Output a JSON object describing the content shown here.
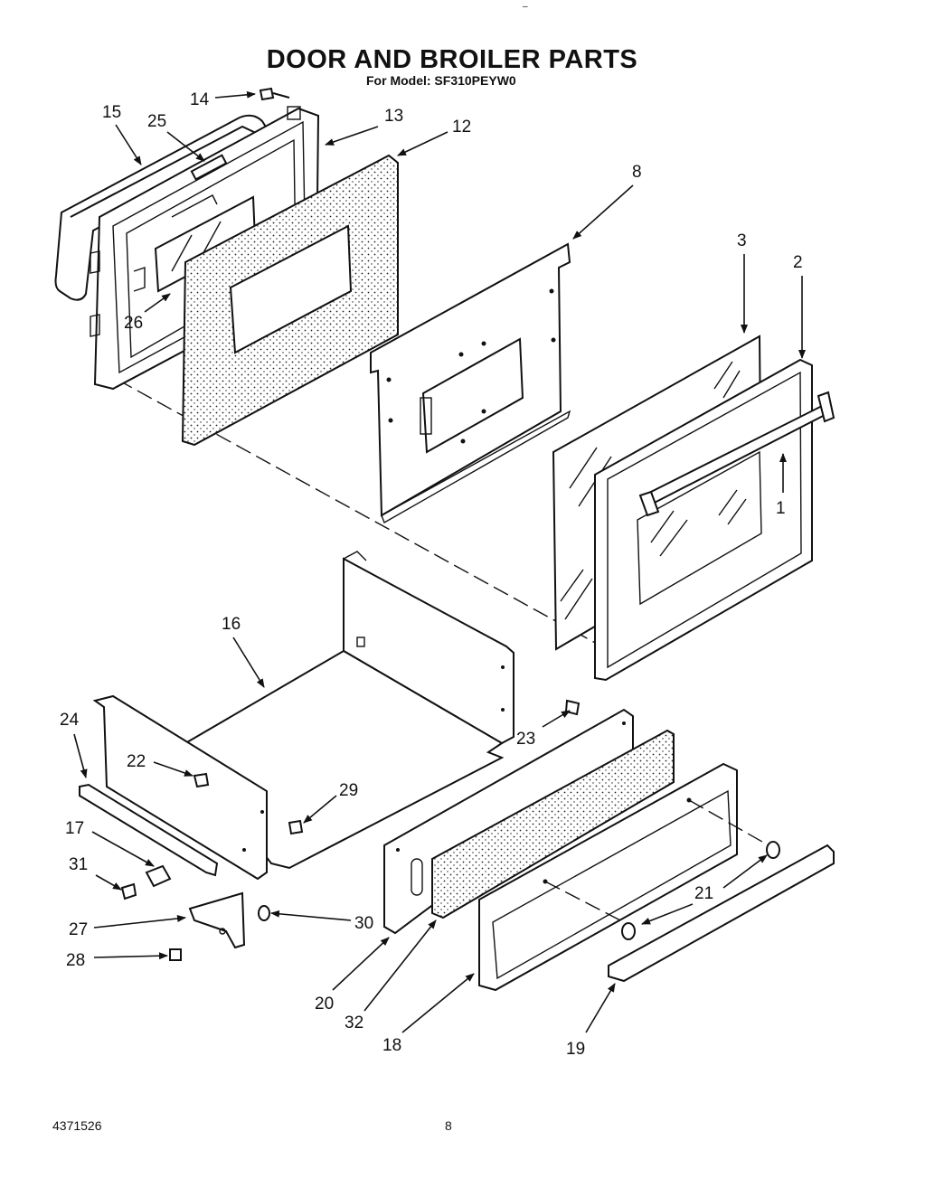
{
  "header": {
    "title": "DOOR AND BROILER PARTS",
    "subtitle": "For Model: SF310PEYW0",
    "top_mark": "–"
  },
  "footer": {
    "doc_number": "4371526",
    "page_number": "8"
  },
  "callouts": [
    "1",
    "2",
    "3",
    "8",
    "12",
    "13",
    "14",
    "15",
    "16",
    "17",
    "18",
    "19",
    "20",
    "21",
    "22",
    "23",
    "24",
    "25",
    "26",
    "27",
    "28",
    "29",
    "30",
    "31",
    "32"
  ]
}
